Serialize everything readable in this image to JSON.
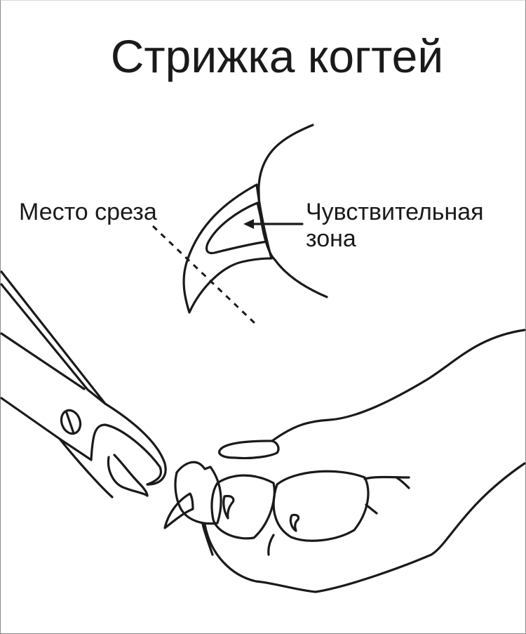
{
  "title": "Стрижка когтей",
  "labels": {
    "cut_line": "Место среза",
    "sensitive_zone_line1": "Чувствительная",
    "sensitive_zone_line2": "зона"
  },
  "colors": {
    "outline": "#1a1a1a",
    "paw_pads": "#f0994a",
    "sensitive_zone": "#ecc5c8",
    "background": "#ffffff",
    "frame_border": "#8a8a8a"
  },
  "illustration": {
    "elements": [
      "claw-closeup",
      "cut-line-dashed",
      "sensitive-zone-arrow",
      "nail-clipper",
      "cat-paw"
    ]
  }
}
